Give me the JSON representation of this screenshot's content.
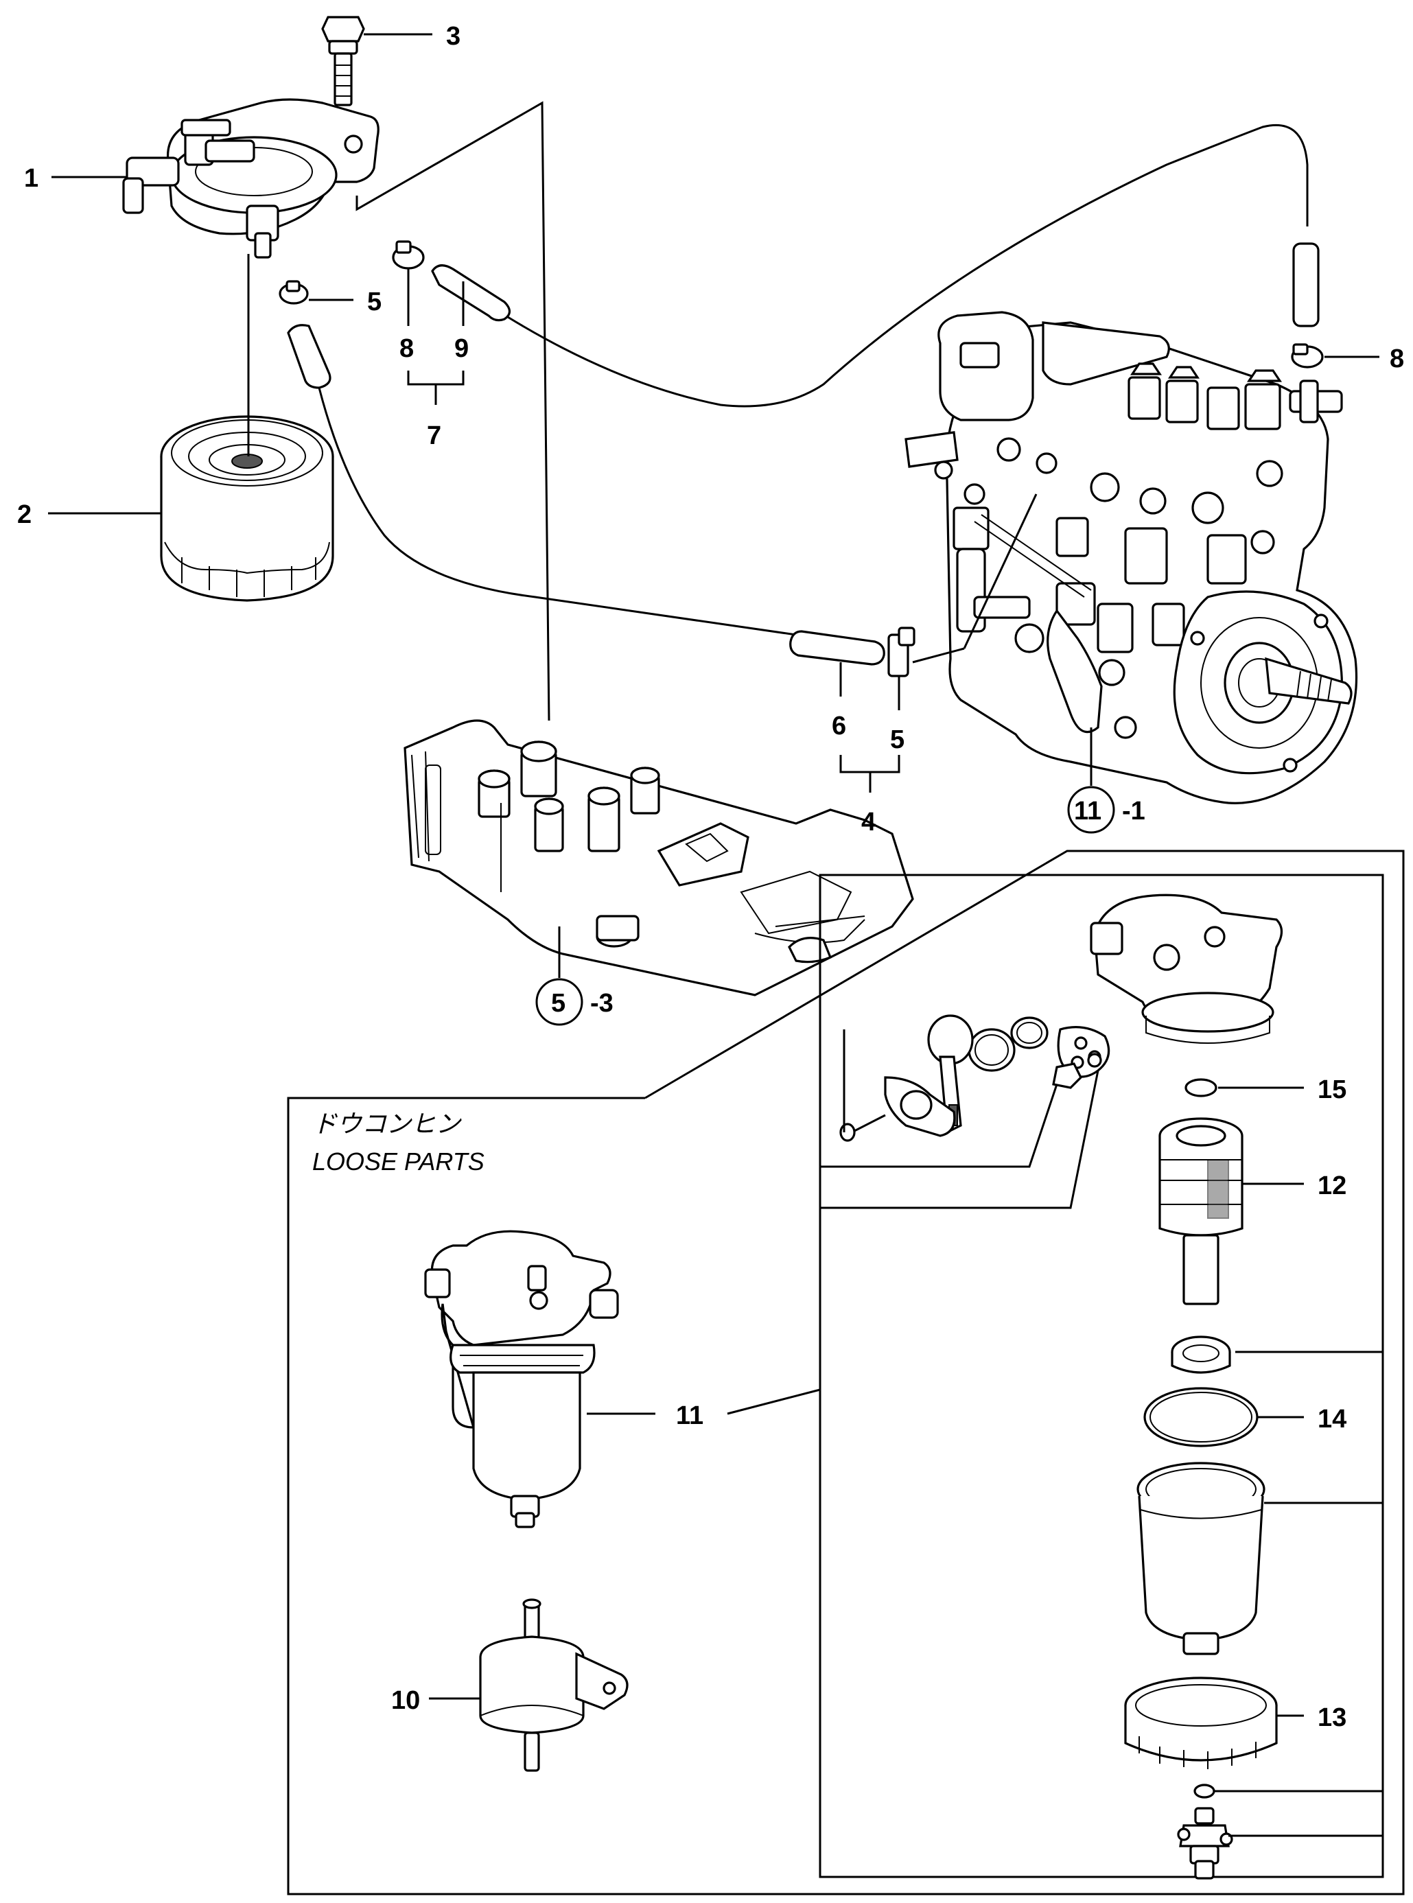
{
  "callouts": {
    "c1": "1",
    "c2": "2",
    "c3": "3",
    "c4": "4",
    "c5a": "5",
    "c5b": "5",
    "c6": "6",
    "c7": "7",
    "c8a": "8",
    "c8b": "8",
    "c9": "9",
    "c10": "10",
    "c11": "11",
    "c12": "12",
    "c13": "13",
    "c14": "14",
    "c15": "15"
  },
  "refs": {
    "pump_num": "11",
    "pump_suffix": "-1",
    "block_num": "5",
    "block_suffix": "-3"
  },
  "loose_parts": {
    "title_jp": "ドウコンヒン",
    "title_en": "LOOSE PARTS"
  }
}
